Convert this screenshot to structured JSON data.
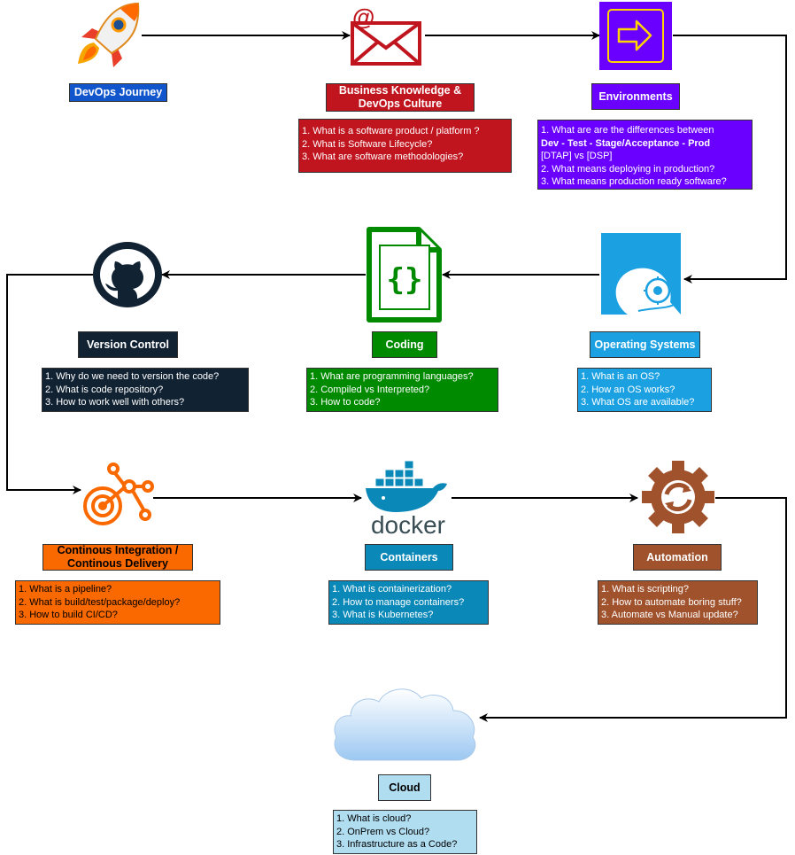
{
  "colors": {
    "journey": "#1155cc",
    "business": "#c0141e",
    "environments": "#6a00ff",
    "os": "#1ba1e2",
    "coding": "#008a00",
    "version": "#112233",
    "cicd": "#fa6800",
    "containers": "#0a88b8",
    "automation": "#a0522d",
    "cloud": "#b1ddf0"
  },
  "nodes": {
    "journey": {
      "title": "DevOps Journey",
      "icon": "rocket-icon"
    },
    "business": {
      "title": "Business Knowledge & DevOps Culture",
      "icon": "envelope-icon",
      "questions": [
        "1. What is a software product / platform ?",
        "2. What is Software Lifecycle?",
        "3. What are software methodologies?"
      ]
    },
    "environments": {
      "title": "Environments",
      "icon": "arrow-right-box-icon",
      "questions": [
        "1. What are are the differences between",
        "Dev - Test - Stage/Acceptance - Prod",
        "[DTAP] vs [DSP]",
        "2. What means deploying in production?",
        "3. What means production ready software?"
      ]
    },
    "os": {
      "title": "Operating Systems",
      "icon": "disc-icon",
      "questions": [
        "1. What is an OS?",
        "2. How an OS works?",
        "3. What OS are available?"
      ]
    },
    "coding": {
      "title": "Coding",
      "icon": "code-file-icon",
      "questions": [
        "1. What are programming languages?",
        "2. Compiled vs Interpreted?",
        "3. How to code?"
      ]
    },
    "version": {
      "title": "Version Control",
      "icon": "github-icon",
      "questions": [
        "1. Why do we need to version the code?",
        "2. What is code repository?",
        "3. How to work well with others?"
      ]
    },
    "cicd": {
      "title": "Continous Integration / Continous Delivery",
      "icon": "pipeline-target-icon",
      "questions": [
        "1. What is a pipeline?",
        "2. What is build/test/package/deploy?",
        "3. How to build CI/CD?"
      ]
    },
    "containers": {
      "title": "Containers",
      "icon": "docker-icon",
      "logo_text": "docker",
      "questions": [
        "1. What is containerization?",
        "2. How to manage containers?",
        "3. What is Kubernetes?"
      ]
    },
    "automation": {
      "title": "Automation",
      "icon": "gear-sync-icon",
      "questions": [
        "1. What is scripting?",
        "2. How to automate boring stuff?",
        "3. Automate vs Manual update?"
      ]
    },
    "cloud": {
      "title": "Cloud",
      "icon": "cloud-icon",
      "questions": [
        "1. What is cloud?",
        "2. OnPrem vs Cloud?",
        "3. Infrastructure as a Code?"
      ]
    }
  }
}
